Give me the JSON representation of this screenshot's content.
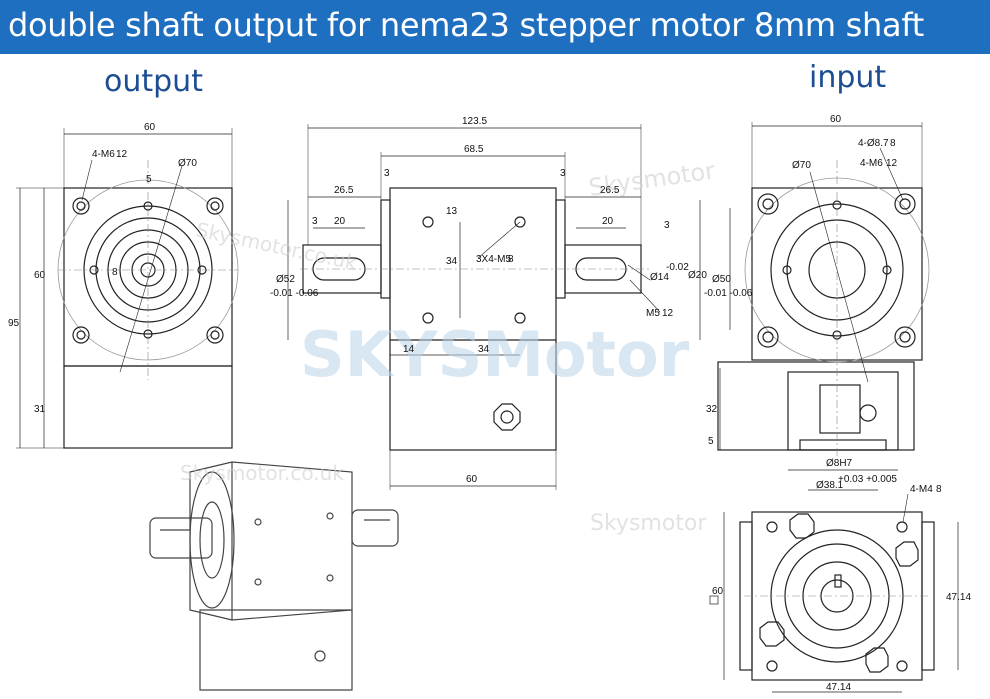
{
  "header": {
    "title": "double shaft output for nema23 stepper motor 8mm shaft",
    "bg_color": "#1f6fc1",
    "text_color": "#ffffff"
  },
  "labels": {
    "output": "output",
    "input": "input",
    "color": "#1d4e93"
  },
  "watermarks": {
    "center": "SKYSMotor",
    "small_1": "Skysmotor",
    "small_2": "Skysmotor.co.uk",
    "small_3": "Skysmotor.co.uk",
    "small_4": "Skysmotor"
  },
  "dimensions": {
    "output_view": {
      "width": "60",
      "hole": "4-M6",
      "hole_depth": "12",
      "diameter_70": "Ø70",
      "key": "5",
      "bore": "8",
      "flange_height": "60",
      "total_height": "95",
      "base_height": "31"
    },
    "side_view": {
      "overall_length": "123.5",
      "body_width": "68.5",
      "gap_left": "3",
      "gap_right": "3",
      "shaft_left": "26.5",
      "shaft_right": "26.5",
      "key_left": "20",
      "key_right": "20",
      "key_offset_left": "3",
      "key_offset_right": "3",
      "pilot_left": "Ø52",
      "pilot_left_tol": "-0.01 -0.06",
      "pilot_right": "Ø50",
      "pilot_right_tol": "-0.01 -0.06",
      "shaft_dia": "Ø14",
      "shaft_tol": "-0.02",
      "boss_dia": "Ø20",
      "thread_holes": "3X4-M5",
      "thread_depth": "8",
      "center_thread": "M5",
      "center_thread_depth": "12",
      "hole_offset_v": "13",
      "hole_spacing_v": "34",
      "hole_offset_h": "14",
      "hole_spacing_h": "34",
      "base_width": "60"
    },
    "input_view": {
      "width": "60",
      "hole": "4-Ø8.7",
      "hole_depth": "8",
      "thread": "4-M6",
      "thread_depth": "12",
      "diameter_70": "Ø70",
      "height": "32",
      "thickness": "5",
      "bore": "Ø8H7",
      "pilot": "Ø38.1",
      "pilot_tol": "+0.03 +0.005"
    },
    "bottom_view": {
      "thread": "4-M4",
      "thread_depth": "8",
      "square": "60",
      "pcd_v": "47.14",
      "pcd_h": "47.14"
    }
  }
}
